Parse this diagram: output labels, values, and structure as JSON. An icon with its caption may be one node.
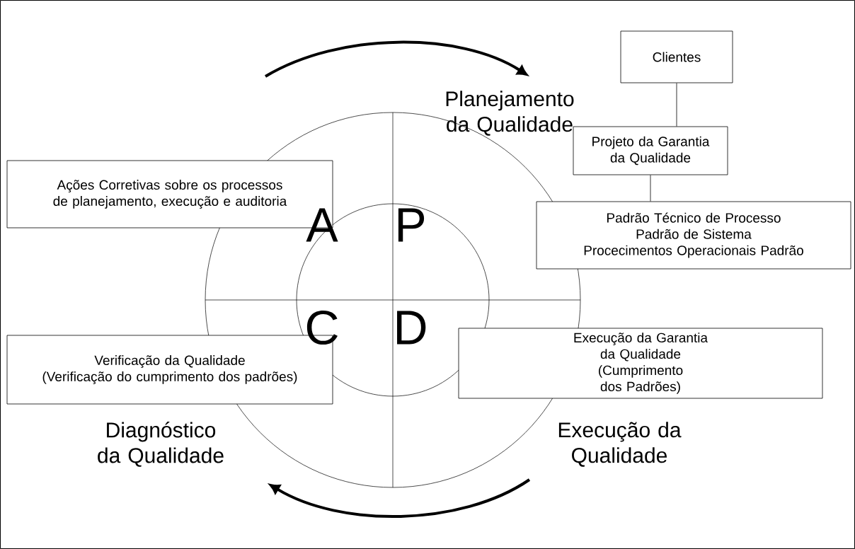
{
  "diagram": {
    "nodes": [
      {
        "text": [
          "Clientes"
        ]
      },
      {
        "text": [
          "Projeto da Garantia da Qualidade"
        ]
      },
      {
        "text": [
          "Padrão Técnico de Processo",
          "Padrão de Sistema",
          "Procecimentos Operacionais Padrão"
        ]
      },
      {
        "text": [
          "Ações Corretivas sobre os processos de planejamento, execução e auditoria"
        ]
      },
      {
        "text": [
          "Verificação da Qualidade",
          "(Verificação do cumprimento dos padrões)"
        ]
      },
      {
        "text": [
          "Execução da Garantia da Qualidade",
          "(Cumprimento dos Padrões)"
        ]
      }
    ],
    "edges": [
      {
        "from": 0,
        "to": 1,
        "arrow": "none"
      },
      {
        "from": 1,
        "to": 2,
        "arrow": "none"
      }
    ],
    "labels": [
      "Planejamento da Qualidade",
      "A",
      "P",
      "C",
      "D",
      "Diagnóstico da Qualidade",
      "Execução da Qualidade"
    ]
  }
}
